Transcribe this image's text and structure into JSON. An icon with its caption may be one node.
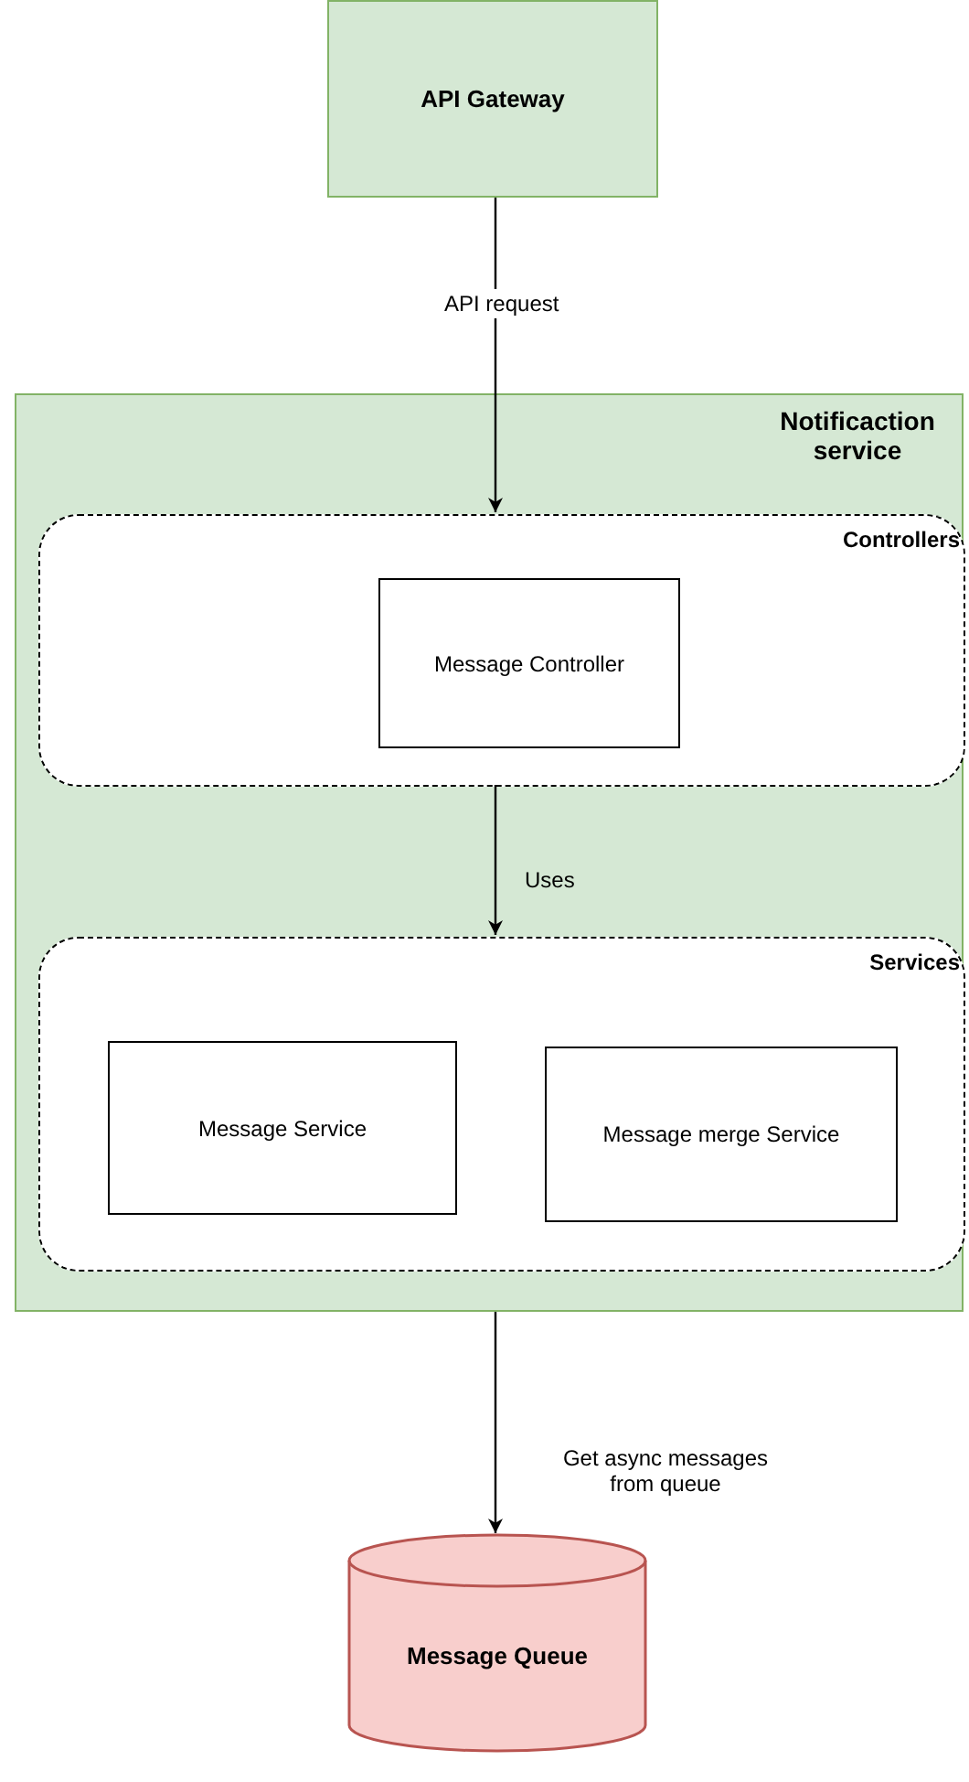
{
  "diagram": {
    "nodes": [
      {
        "text": [
          "API Gateway"
        ]
      },
      {
        "text": [
          "Notificaction service"
        ]
      },
      {
        "text": [
          "Controllers"
        ],
        "in": 1
      },
      {
        "text": [
          "Message Controller"
        ],
        "in": 2
      },
      {
        "text": [
          "Services"
        ],
        "in": 1
      },
      {
        "text": [
          "Message Service"
        ],
        "in": 4
      },
      {
        "text": [
          "Message merge Service"
        ],
        "in": 4
      },
      {
        "text": [
          "Message Queue"
        ]
      }
    ],
    "edges": [
      {
        "from": 0,
        "to": 2,
        "arrow": "to",
        "label": "API request"
      },
      {
        "from": 2,
        "to": 4,
        "arrow": "to",
        "label": "Uses"
      },
      {
        "from": 1,
        "to": 7,
        "arrow": "to",
        "label": "Get async messages from queue"
      }
    ]
  }
}
